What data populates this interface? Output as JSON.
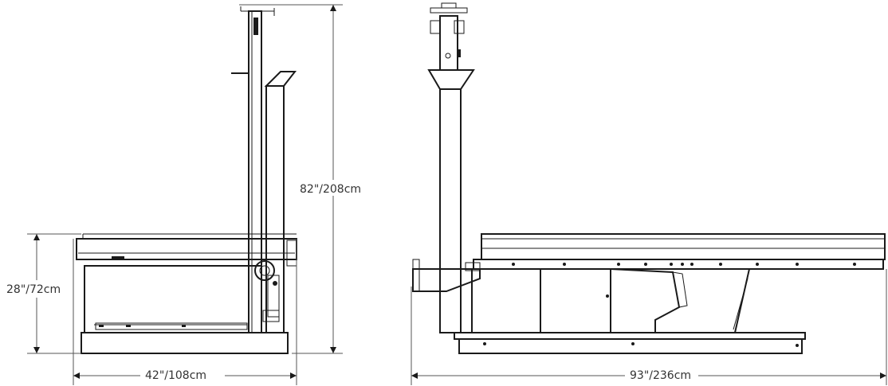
{
  "dimensions": {
    "side_height": "82\"/208cm",
    "side_bed_height": "28\"/72cm",
    "side_width": "42\"/108cm",
    "front_length": "93\"/236cm"
  }
}
